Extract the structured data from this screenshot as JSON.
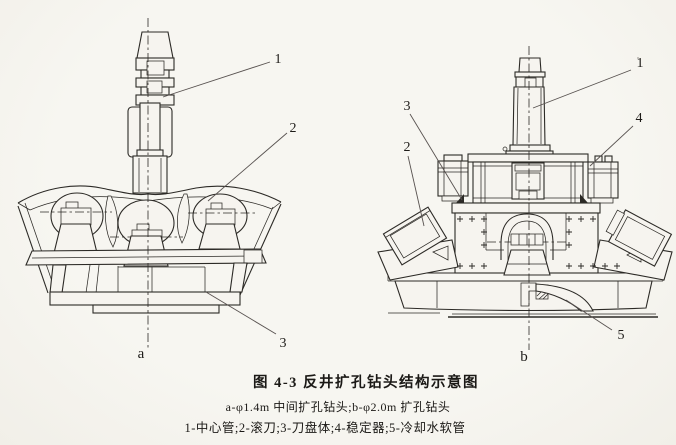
{
  "figure": {
    "title": "图 4-3  反井扩孔钻头结构示意图",
    "caption_line1": "a-φ1.4m 中间扩孔钻头;b-φ2.0m 扩孔钻头",
    "caption_line2": "1-中心管;2-滚刀;3-刀盘体;4-稳定器;5-冷却水软管"
  },
  "diagram_a": {
    "label": "a",
    "callout_1": "1",
    "callout_2": "2",
    "callout_3": "3"
  },
  "diagram_b": {
    "label": "b",
    "callout_1": "1",
    "callout_2": "2",
    "callout_3": "3",
    "callout_4": "4",
    "callout_5": "5"
  },
  "colors": {
    "paper": "#f5f3ee",
    "ink": "#2c2a26",
    "leader": "#585250"
  }
}
